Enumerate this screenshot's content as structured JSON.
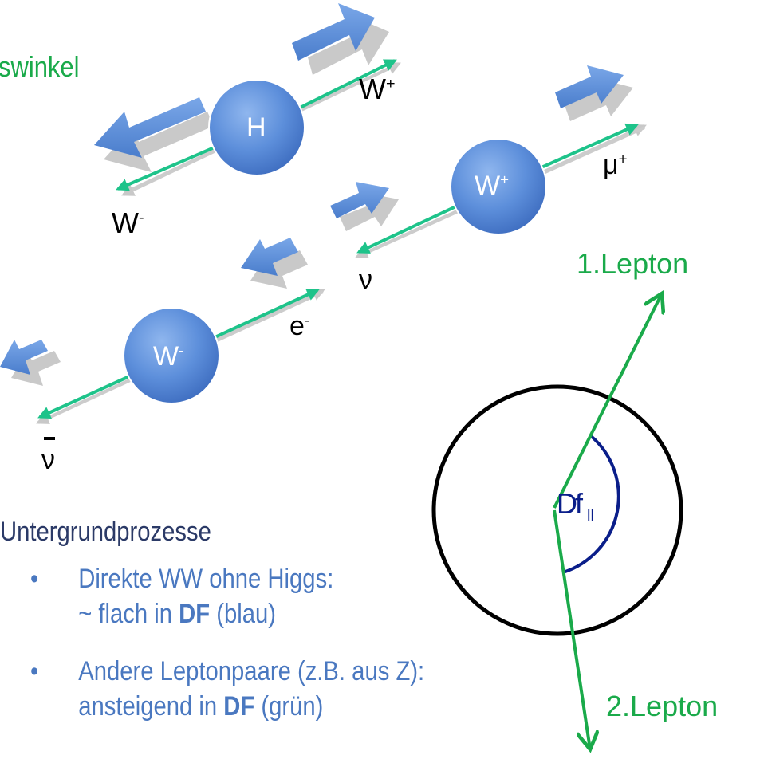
{
  "title_fragment": "swinkel",
  "particles": {
    "higgs": "H",
    "w_plus_ball": "W",
    "w_plus_ball_sup": "+",
    "w_minus_ball": "W",
    "w_minus_ball_sup": "-"
  },
  "labels": {
    "w_plus": "W",
    "w_plus_sup": "+",
    "w_minus": "W",
    "w_minus_sup": "-",
    "mu": "μ",
    "mu_sup": "+",
    "nu": "ν",
    "electron": "e",
    "electron_sup": "-",
    "nu_bar": "ν"
  },
  "lepton_diagram": {
    "lepton1": "1.Lepton",
    "lepton2": "2.Lepton",
    "angle": "Df",
    "angle_sub": "ll"
  },
  "background": {
    "heading": "Untergrundprozesse",
    "item1_bullet": "•",
    "item1_line1": "Direkte WW ohne Higgs:",
    "item1_line2_pre": "~ flach in ",
    "item1_line2_bold": "DF",
    "item1_line2_post": "  (blau)",
    "item2_bullet": "•",
    "item2_line1": "Andere Leptonpaare (z.B. aus Z):",
    "item2_line2_pre": "ansteigend in ",
    "item2_line2_bold": "DF",
    "item2_line2_post": "  (grün)"
  },
  "colors": {
    "green_line": "#1ec38a",
    "green_text": "#1aaa4a",
    "arrow_blue": "#5b8fd8",
    "ball_blue": "#4f84d6",
    "navy": "#0a1e8a",
    "bullet_blue": "#4a78c0"
  }
}
